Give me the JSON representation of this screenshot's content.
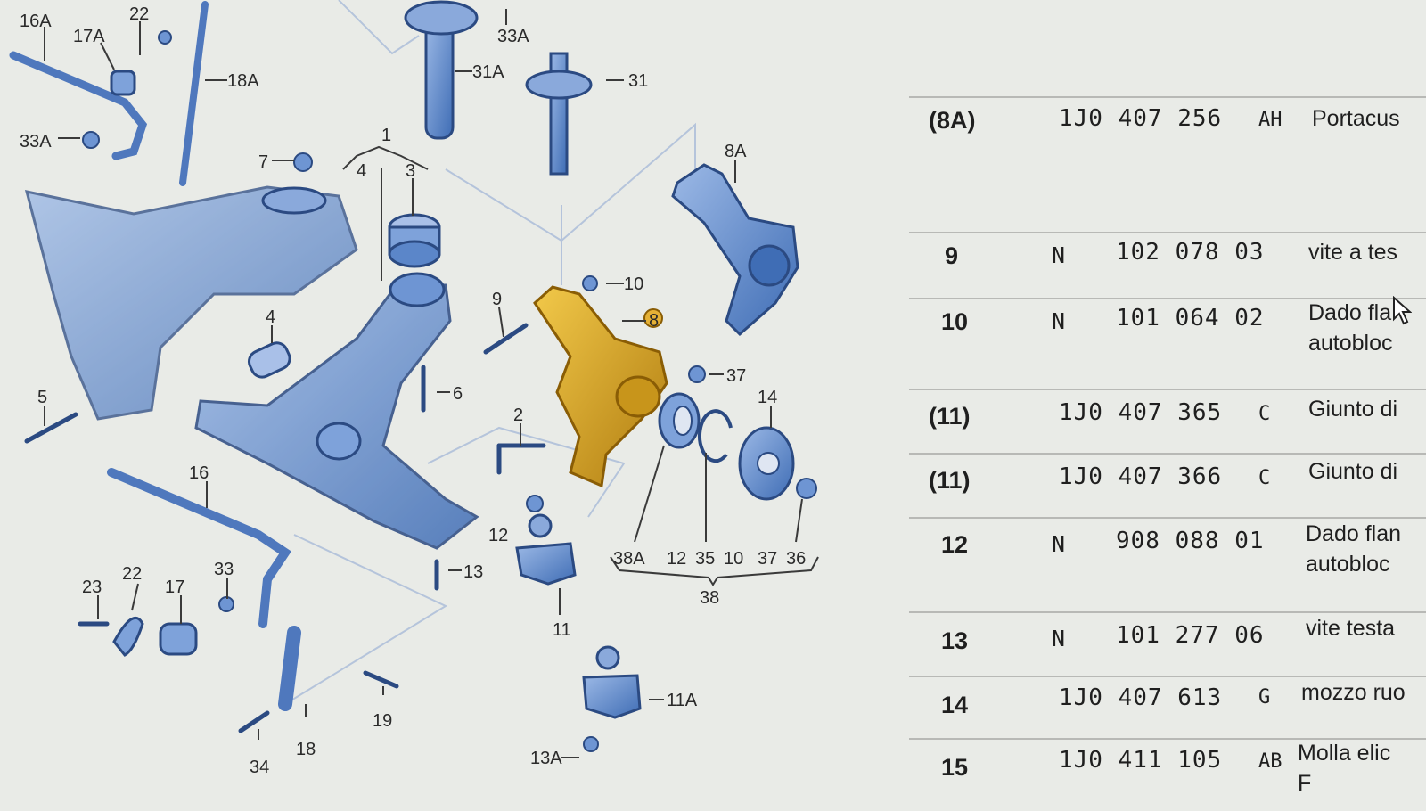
{
  "diagram": {
    "callouts": [
      "16A",
      "17A",
      "22",
      "18A",
      "33A",
      "31A",
      "31",
      "7",
      "1",
      "4",
      "3",
      "8A",
      "10",
      "8",
      "9",
      "6",
      "5",
      "4",
      "37",
      "14",
      "2",
      "16",
      "12",
      "38A",
      "12",
      "35",
      "10",
      "37",
      "36",
      "38",
      "13",
      "11",
      "23",
      "22",
      "17",
      "33",
      "19",
      "18",
      "34",
      "11A",
      "13A",
      "33A"
    ]
  },
  "table": {
    "rows": [
      {
        "pos": "(8A)",
        "prefix": "",
        "part": "1J0 407 256",
        "suffix": "AH",
        "desc": "Portacus"
      },
      {
        "pos": "9",
        "prefix": "N",
        "part": "102 078 03",
        "suffix": "",
        "desc": "vite a tes"
      },
      {
        "pos": "10",
        "prefix": "N",
        "part": "101 064 02",
        "suffix": "",
        "desc": "Dado fla\nautobloc"
      },
      {
        "pos": "(11)",
        "prefix": "",
        "part": "1J0 407 365",
        "suffix": "C",
        "desc": "Giunto di"
      },
      {
        "pos": "(11)",
        "prefix": "",
        "part": "1J0 407 366",
        "suffix": "C",
        "desc": "Giunto di"
      },
      {
        "pos": "12",
        "prefix": "N",
        "part": "908 088 01",
        "suffix": "",
        "desc": "Dado flan\nautobloc"
      },
      {
        "pos": "13",
        "prefix": "N",
        "part": "101 277 06",
        "suffix": "",
        "desc": "vite testa"
      },
      {
        "pos": "14",
        "prefix": "",
        "part": "1J0 407 613",
        "suffix": "G",
        "desc": "mozzo ruo"
      },
      {
        "pos": "15",
        "prefix": "",
        "part": "1J0 411 105",
        "suffix": "AB",
        "desc": "Molla elic\nF"
      }
    ]
  },
  "colors": {
    "highlight": "#d9a41e",
    "part_blue": "#5b86c9",
    "part_outline": "#2b4a82",
    "background": "#e9ebe7"
  }
}
